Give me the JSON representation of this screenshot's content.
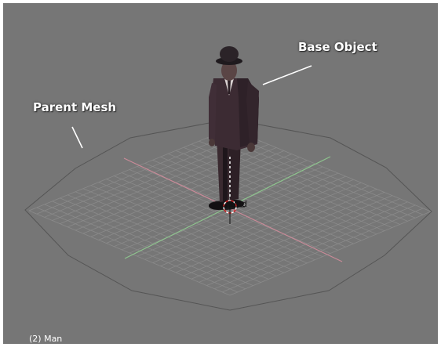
{
  "viewport": {
    "background_color": "#767676",
    "grid_color": "#8a8a8a",
    "ring_color": "#5e5e5e",
    "x_axis_color": "#c98a98",
    "y_axis_color": "#8ec48e",
    "status_text": "(2) Man"
  },
  "callouts": {
    "parent_mesh": "Parent Mesh",
    "base_object": "Base Object"
  },
  "object_label": "und"
}
